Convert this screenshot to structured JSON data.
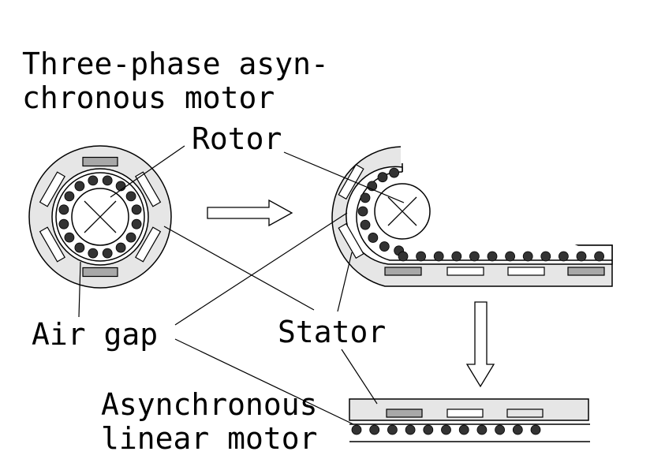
{
  "labels": {
    "title_line1": "Three-phase asyn-",
    "title_line2": "chronous motor",
    "rotor": "Rotor",
    "air_gap": "Air gap",
    "stator": "Stator",
    "linear_line1": "Asynchronous",
    "linear_line2": "linear motor"
  },
  "colors": {
    "stator_fill": "#e6e6e6",
    "conductor": "#333333",
    "winding_dark": "#a8a8a8",
    "winding_light": "#ffffff",
    "line": "#000000"
  },
  "icons": {
    "transform_arrow_right": "hollow-arrow-right",
    "transform_arrow_down": "hollow-arrow-down",
    "rotor_shaft": "x-cross"
  }
}
